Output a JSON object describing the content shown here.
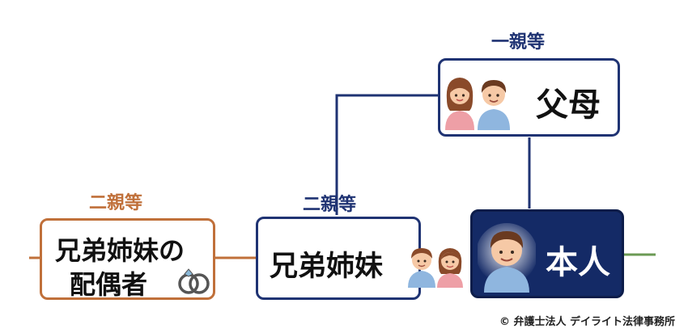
{
  "degrees": {
    "first": "一親等",
    "second_sibling": "二親等",
    "second_spouse": "二親等"
  },
  "nodes": {
    "parents": "父母",
    "siblings": "兄弟姉妹",
    "sibling_spouse_line1": "兄弟姉妹の",
    "sibling_spouse_line2": "配偶者",
    "self": "本人"
  },
  "credit": "© 弁護士法人 デイライト法律事務所",
  "colors": {
    "navy": "#1f3373",
    "orange": "#c0703a",
    "self_fill": "#142a66",
    "green_line": "#6b9a54"
  },
  "icons": [
    "mother-icon",
    "father-icon",
    "sibling-boy-icon",
    "sibling-girl-icon",
    "self-boy-icon",
    "wedding-rings-icon"
  ]
}
